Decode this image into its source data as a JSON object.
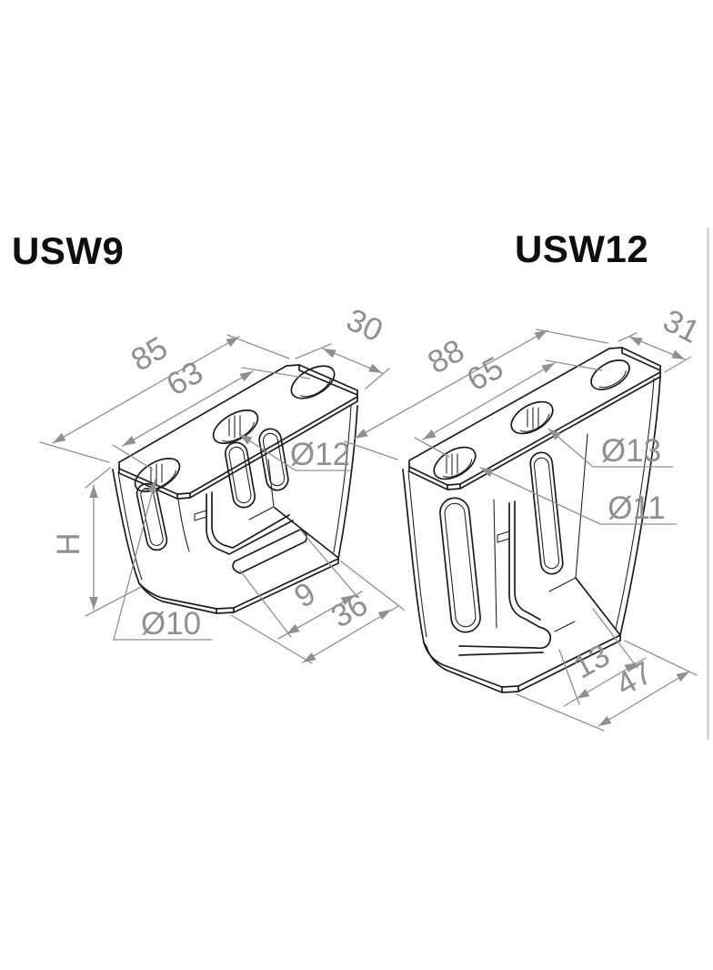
{
  "drawing": {
    "background": "#ffffff",
    "outline_color": "#1d1d1d",
    "dimension_color": "#8f9092",
    "border_color": "#d7d9dd"
  },
  "products": [
    {
      "name": "USW9",
      "dims": {
        "plate_length": "85",
        "hole_spacing": "63",
        "plate_width": "30",
        "middle_hole_dia": "Ø12",
        "end_hole_dia": "Ø10",
        "height": "H",
        "foot_slot_width": "9",
        "foot_depth": "36"
      }
    },
    {
      "name": "USW12",
      "dims": {
        "plate_length": "88",
        "hole_spacing": "65",
        "plate_width": "31",
        "middle_hole_dia": "Ø13",
        "end_hole_dia": "Ø11",
        "foot_slot_width": "13",
        "foot_depth": "47"
      }
    }
  ]
}
